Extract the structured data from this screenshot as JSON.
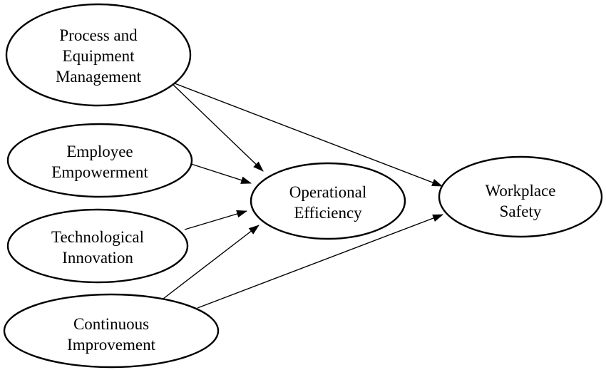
{
  "diagram": {
    "type": "path-model",
    "colors": {
      "background": "#ffffff",
      "node_fill": "#ffffff",
      "node_stroke": "#000000",
      "edge_stroke": "#000000",
      "text": "#000000"
    },
    "nodes": {
      "process": {
        "label": "Process and Equipment Management",
        "lines": [
          "Process and",
          "Equipment",
          "Management"
        ]
      },
      "employee": {
        "label": "Employee Empowerment",
        "lines": [
          "Employee",
          "Empowerment"
        ]
      },
      "tech": {
        "label": "Technological Innovation",
        "lines": [
          "Technological",
          "Innovation"
        ]
      },
      "continuous": {
        "label": "Continuous Improvement",
        "lines": [
          "Continuous",
          "Improvement"
        ]
      },
      "efficiency": {
        "label": "Operational Efficiency",
        "lines": [
          "Operational",
          "Efficiency"
        ]
      },
      "safety": {
        "label": "Workplace Safety",
        "lines": [
          "Workplace",
          "Safety"
        ]
      }
    },
    "edges": [
      {
        "from": "Process and Equipment Management",
        "to": "Operational Efficiency"
      },
      {
        "from": "Process and Equipment Management",
        "to": "Workplace Safety"
      },
      {
        "from": "Employee Empowerment",
        "to": "Operational Efficiency"
      },
      {
        "from": "Technological Innovation",
        "to": "Operational Efficiency"
      },
      {
        "from": "Continuous Improvement",
        "to": "Operational Efficiency"
      },
      {
        "from": "Continuous Improvement",
        "to": "Workplace Safety"
      }
    ]
  }
}
